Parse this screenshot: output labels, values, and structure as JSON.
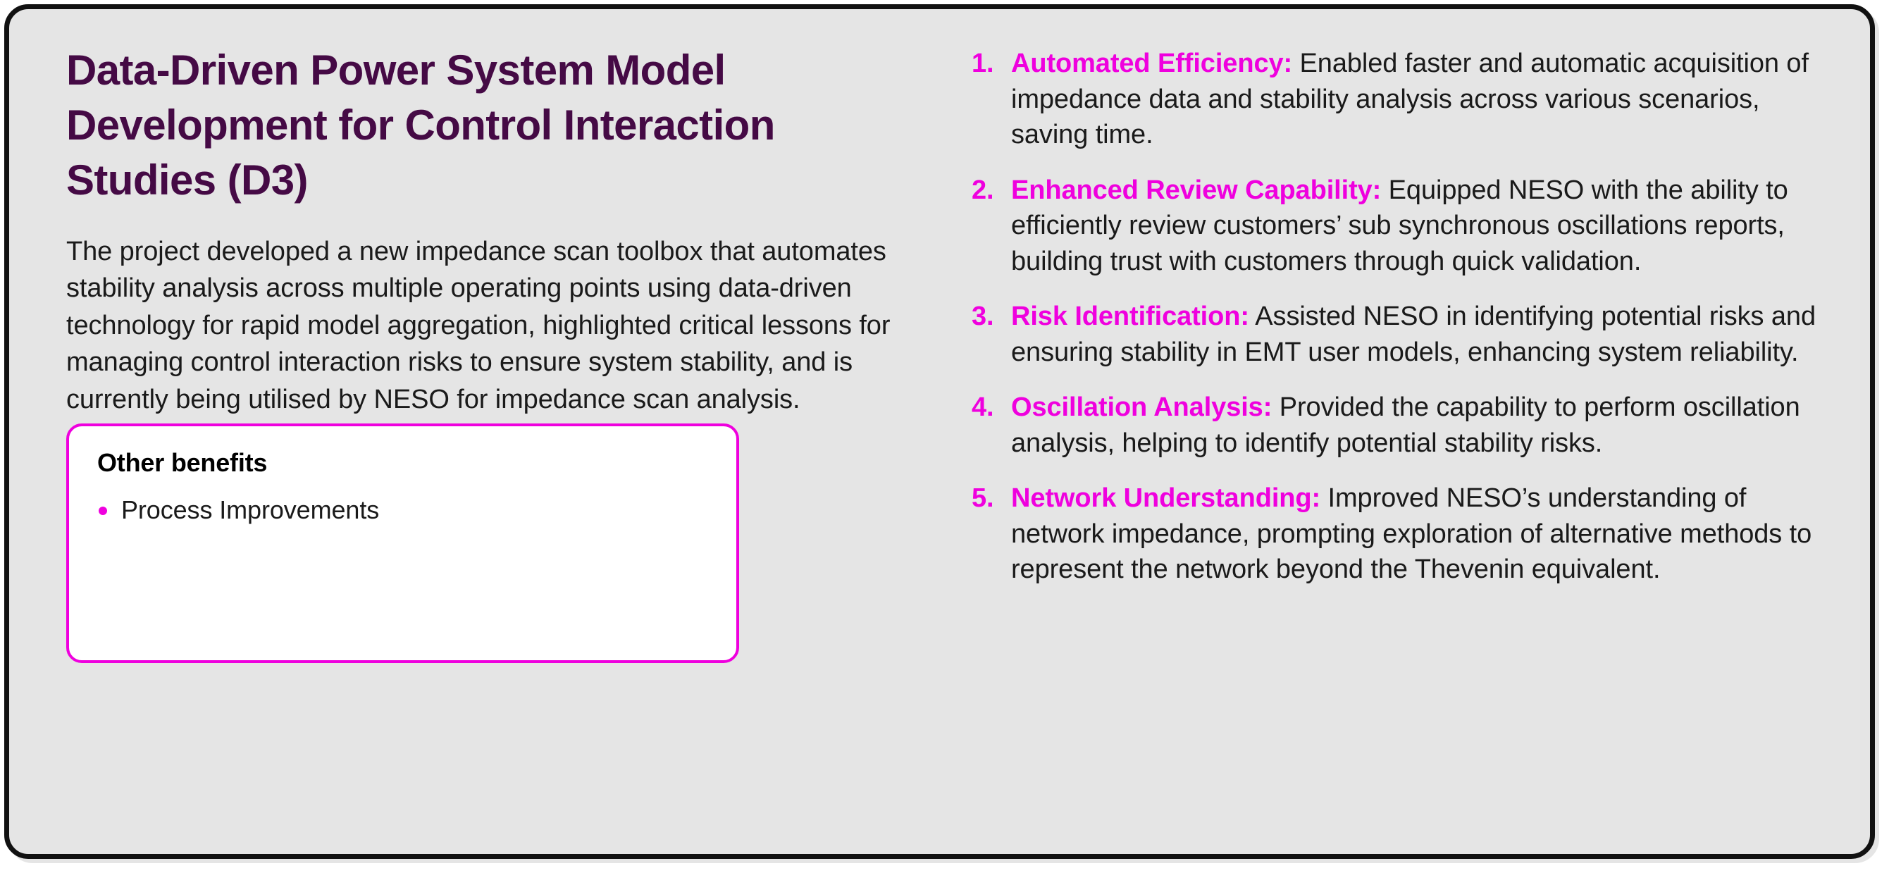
{
  "theme": {
    "page_background": "#ffffff",
    "card_background": "#e5e5e5",
    "frame_border": "#111111",
    "title_color": "#450a45",
    "accent_magenta": "#ef00de",
    "body_text": "#1a1a1a",
    "panel_background": "#ffffff"
  },
  "left": {
    "title": "Data-Driven Power System Model Development for Control Interaction Studies (D3)",
    "summary": "The project developed a new impedance scan toolbox that automates stability analysis across multiple operating points using data-driven technology for rapid model aggregation, highlighted critical lessons for managing control interaction risks to ensure system stability, and is currently being utilised by NESO for impedance scan analysis.",
    "benefits_panel": {
      "heading": "Other benefits",
      "items": [
        {
          "bullet": "bullet-dot",
          "text": "Process Improvements"
        }
      ]
    }
  },
  "right": {
    "outcomes": [
      {
        "number": "1.",
        "lead": "Automated Efficiency:",
        "body": " Enabled faster and automatic acquisition of impedance data and stability analysis across various scenarios, saving time."
      },
      {
        "number": "2.",
        "lead": "Enhanced Review Capability:",
        "body": " Equipped NESO with the ability to efficiently review customers’ sub synchronous oscillations reports, building trust with customers through quick validation."
      },
      {
        "number": "3.",
        "lead": "Risk Identification:",
        "body": " Assisted NESO in identifying potential risks and ensuring stability in EMT user models, enhancing system reliability."
      },
      {
        "number": "4.",
        "lead": "Oscillation Analysis:",
        "body": " Provided the capability to perform oscillation analysis, helping to identify potential stability risks."
      },
      {
        "number": "5.",
        "lead": "Network Understanding:",
        "body": " Improved NESO’s understanding of network impedance, prompting exploration of alternative methods to represent the network beyond the Thevenin equivalent."
      }
    ]
  }
}
